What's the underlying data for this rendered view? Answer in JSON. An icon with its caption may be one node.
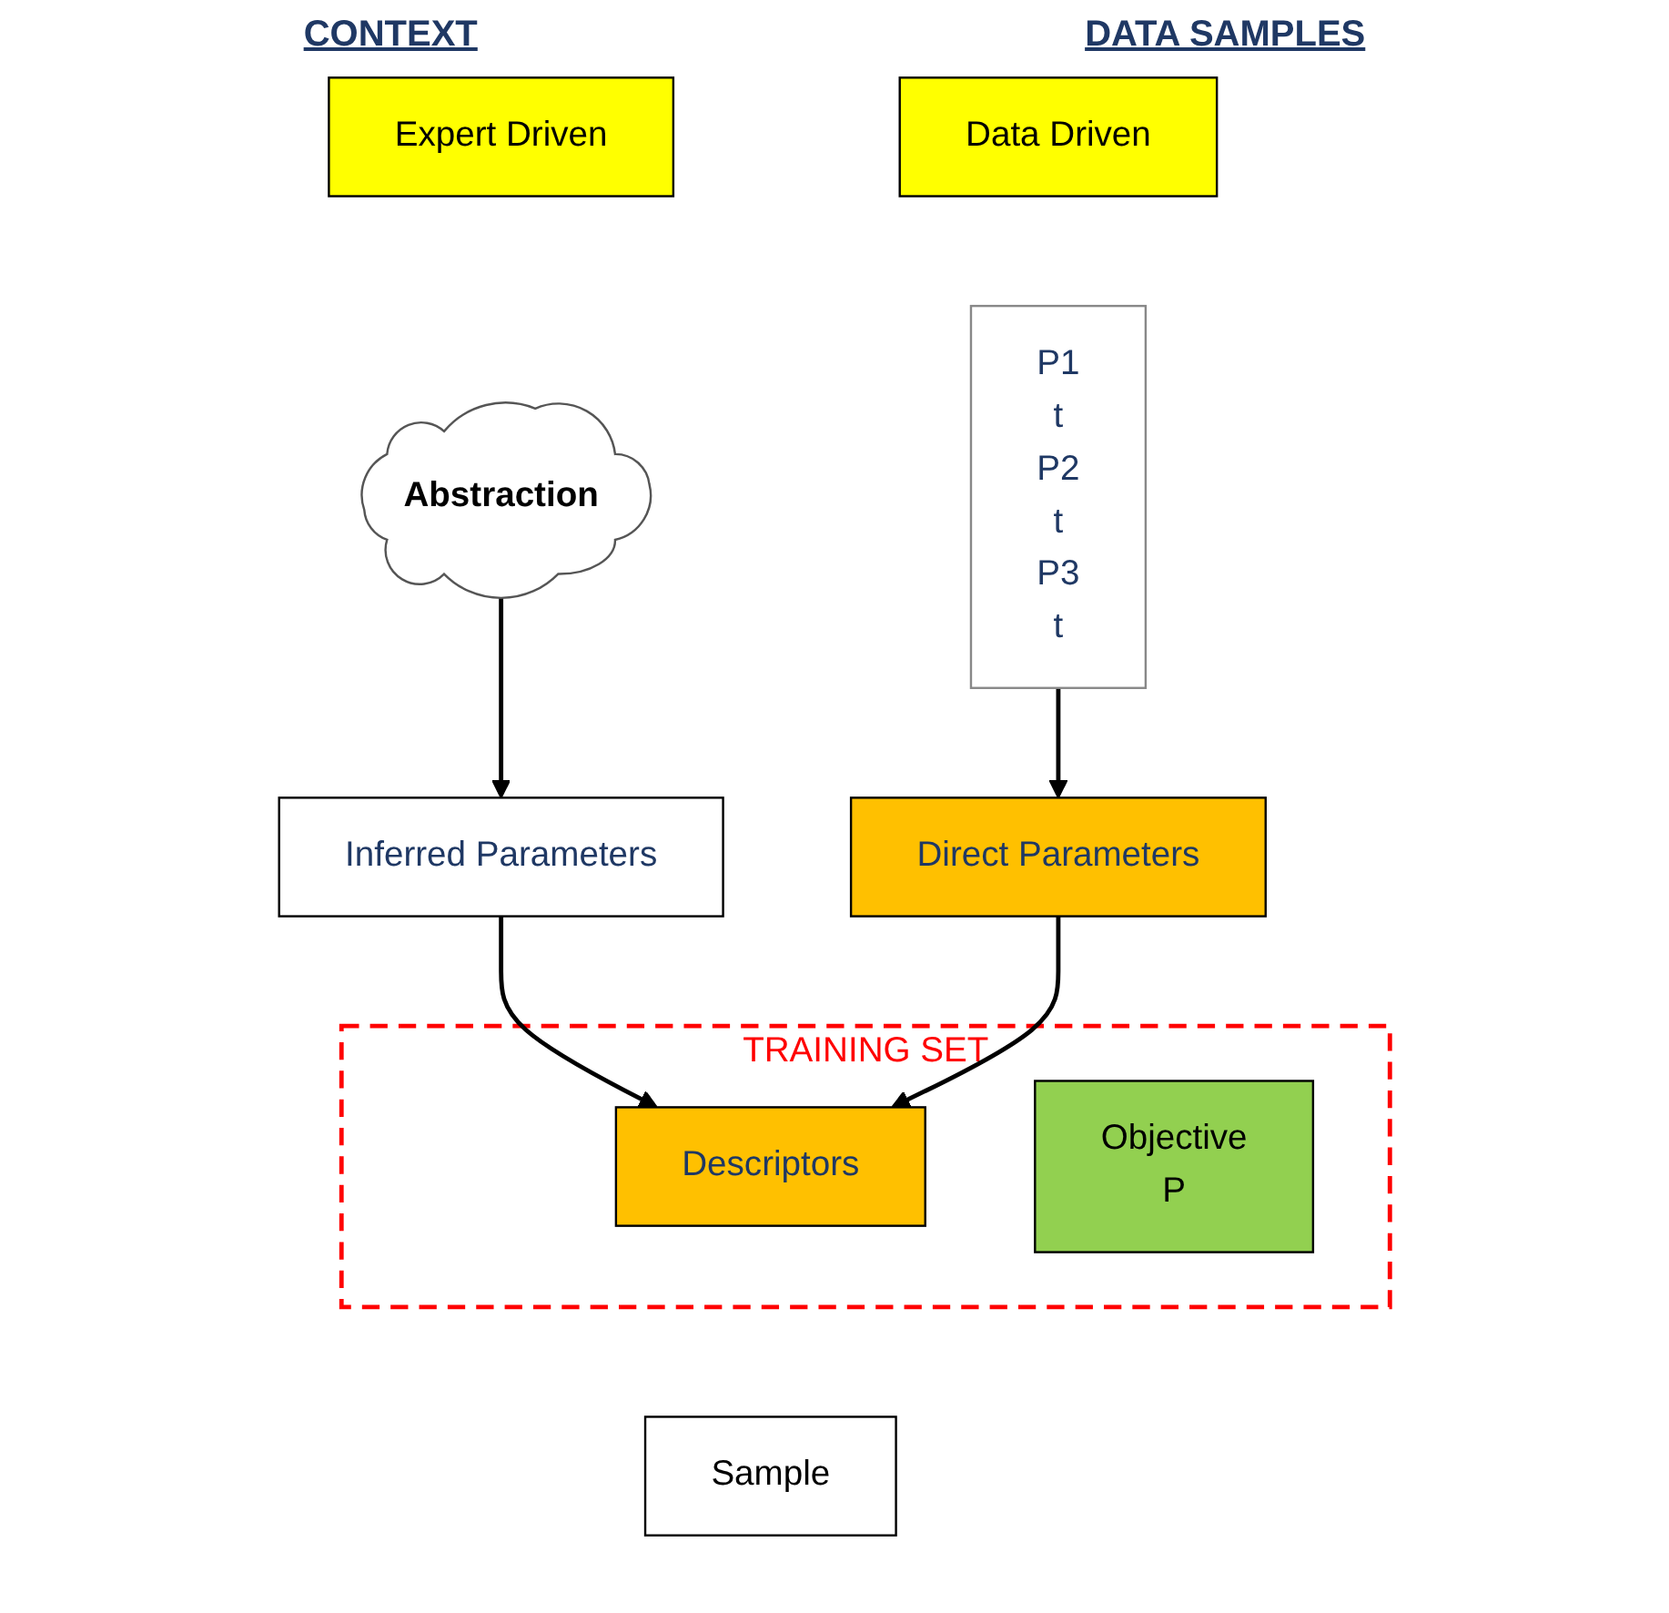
{
  "diagram": {
    "nodes": [
      {
        "text": [
          "Expert Driven"
        ]
      },
      {
        "text": [
          "Abstraction"
        ]
      },
      {
        "text": [
          "Inferred Parameters"
        ]
      },
      {
        "text": [
          "Data Driven"
        ]
      },
      {
        "text": [
          "P1",
          "t",
          "P2",
          "t",
          "P3",
          "t"
        ]
      },
      {
        "text": [
          "Direct Parameters"
        ]
      },
      {
        "text": [
          "TRAINING SET"
        ]
      },
      {
        "text": [
          "Descriptors"
        ],
        "in": 6
      },
      {
        "text": [
          "Objective",
          "P"
        ],
        "in": 6
      },
      {
        "text": [
          "Sample"
        ]
      }
    ],
    "edges": [
      {
        "from": 1,
        "to": 2,
        "arrow": "to"
      },
      {
        "from": 4,
        "to": 5,
        "arrow": "to"
      },
      {
        "from": 2,
        "to": 7,
        "arrow": "to"
      },
      {
        "from": 5,
        "to": 7,
        "arrow": "to"
      }
    ],
    "labels": [
      "CONTEXT",
      "DATA SAMPLES"
    ]
  }
}
